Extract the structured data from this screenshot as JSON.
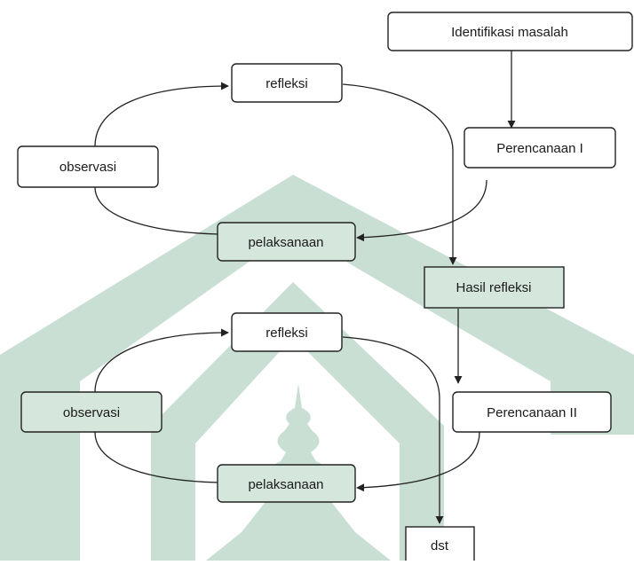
{
  "diagram": {
    "nodes": {
      "identifikasi": "Identifikasi masalah",
      "refleksi_1": "refleksi",
      "perencanaan_1": "Perencanaan I",
      "observasi_1": "observasi",
      "pelaksanaan_1": "pelaksanaan",
      "hasil_refleksi": "Hasil refleksi",
      "refleksi_2": "refleksi",
      "observasi_2": "observasi",
      "perencanaan_2": "Perencanaan II",
      "pelaksanaan_2": "pelaksanaan",
      "dst": "dst"
    }
  },
  "colors": {
    "watermark": "#c9dfd4",
    "shaded_box": "#d5e6dd",
    "line": "#222222"
  }
}
